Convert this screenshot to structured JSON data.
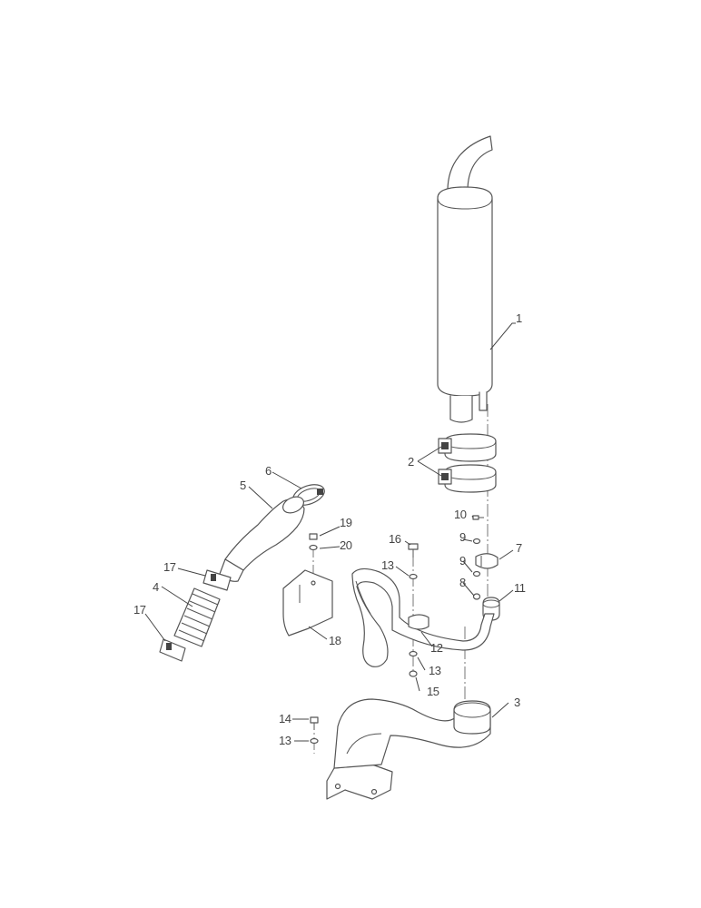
{
  "diagram": {
    "callouts": [
      {
        "id": "c1",
        "label": "1"
      },
      {
        "id": "c2",
        "label": "2"
      },
      {
        "id": "c3",
        "label": "3"
      },
      {
        "id": "c4",
        "label": "4"
      },
      {
        "id": "c5",
        "label": "5"
      },
      {
        "id": "c6",
        "label": "6"
      },
      {
        "id": "c7",
        "label": "7"
      },
      {
        "id": "c8",
        "label": "8"
      },
      {
        "id": "c9a",
        "label": "9"
      },
      {
        "id": "c9b",
        "label": "9"
      },
      {
        "id": "c10",
        "label": "10"
      },
      {
        "id": "c11",
        "label": "11"
      },
      {
        "id": "c12",
        "label": "12"
      },
      {
        "id": "c13a",
        "label": "13"
      },
      {
        "id": "c13b",
        "label": "13"
      },
      {
        "id": "c13c",
        "label": "13"
      },
      {
        "id": "c14",
        "label": "14"
      },
      {
        "id": "c15",
        "label": "15"
      },
      {
        "id": "c16",
        "label": "16"
      },
      {
        "id": "c17a",
        "label": "17"
      },
      {
        "id": "c17b",
        "label": "17"
      },
      {
        "id": "c18",
        "label": "18"
      },
      {
        "id": "c19",
        "label": "19"
      },
      {
        "id": "c20",
        "label": "20"
      }
    ]
  }
}
